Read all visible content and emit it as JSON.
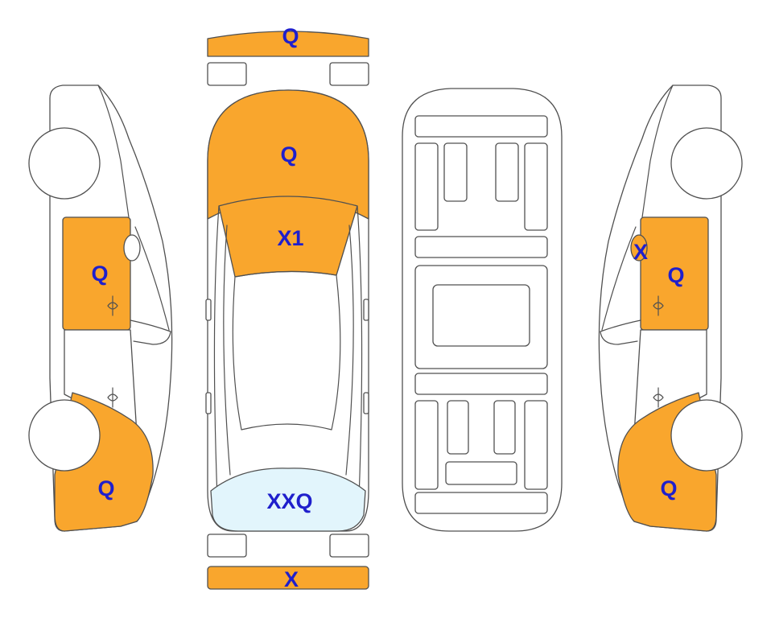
{
  "colors": {
    "damage_fill": "#F9A62D",
    "light_fill": "#E2F5FC",
    "label": "#1F1FCC",
    "outline": "#505050",
    "background": "#FFFFFF"
  },
  "views": {
    "left_side": {
      "labels": {
        "front_door": "Q",
        "rear_fender": "Q"
      }
    },
    "top": {
      "labels": {
        "front_bumper": "Q",
        "hood": "Q",
        "windshield": "X1",
        "rear_window": "XXQ",
        "rear_bumper": "X"
      }
    },
    "bottom": {
      "labels": {}
    },
    "right_side": {
      "labels": {
        "mirror": "X",
        "front_door": "Q",
        "rear_fender": "Q"
      }
    }
  }
}
